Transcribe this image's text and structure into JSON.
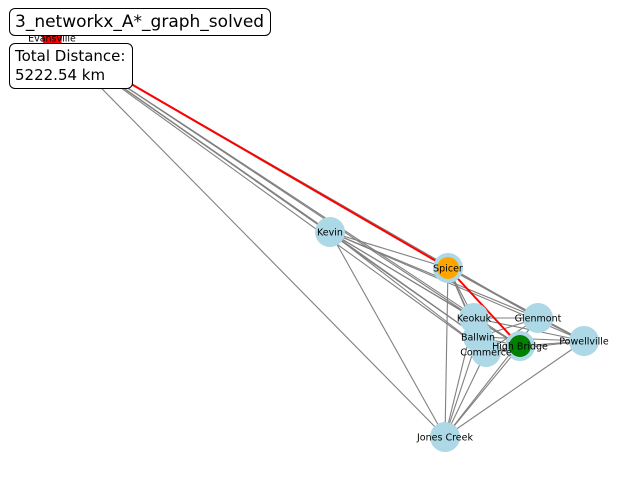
{
  "title": "3_networkx_A*_graph_solved",
  "distance": {
    "label": "Total Distance:",
    "value": "5222.54 km"
  },
  "colors": {
    "node_default": "#add8e6",
    "node_start": "#008000",
    "node_intermediate": "#ffa500",
    "node_end": "#ff0000",
    "edge_default": "#808080",
    "edge_path": "#ff0000"
  },
  "nodes": [
    {
      "id": "Kevin",
      "label": "Kevin",
      "role": "default"
    },
    {
      "id": "Spicer",
      "label": "Spicer",
      "role": "intermediate"
    },
    {
      "id": "Keokuk",
      "label": "Keokuk",
      "role": "default"
    },
    {
      "id": "Glenmont",
      "label": "Glenmont",
      "role": "default"
    },
    {
      "id": "Ballwin",
      "label": "Ballwin",
      "role": "default"
    },
    {
      "id": "High Bridge",
      "label": "High Bridge",
      "role": "start"
    },
    {
      "id": "Powellville",
      "label": "Powellville",
      "role": "default"
    },
    {
      "id": "Commerce",
      "label": "Commerce",
      "role": "default"
    },
    {
      "id": "Jones Creek",
      "label": "Jones Creek",
      "role": "default"
    },
    {
      "id": "Evansville",
      "label": "Evansville",
      "role": "end"
    }
  ],
  "edges": [
    [
      "Evansville",
      "Kevin"
    ],
    [
      "Evansville",
      "Spicer"
    ],
    [
      "Evansville",
      "Keokuk"
    ],
    [
      "Evansville",
      "Glenmont"
    ],
    [
      "Evansville",
      "Ballwin"
    ],
    [
      "Evansville",
      "Commerce"
    ],
    [
      "Evansville",
      "High Bridge"
    ],
    [
      "Evansville",
      "Jones Creek"
    ],
    [
      "Kevin",
      "Spicer"
    ],
    [
      "Kevin",
      "Keokuk"
    ],
    [
      "Kevin",
      "Glenmont"
    ],
    [
      "Kevin",
      "Ballwin"
    ],
    [
      "Kevin",
      "Commerce"
    ],
    [
      "Kevin",
      "High Bridge"
    ],
    [
      "Kevin",
      "Powellville"
    ],
    [
      "Kevin",
      "Jones Creek"
    ],
    [
      "Spicer",
      "Keokuk"
    ],
    [
      "Spicer",
      "Glenmont"
    ],
    [
      "Spicer",
      "Ballwin"
    ],
    [
      "Spicer",
      "Commerce"
    ],
    [
      "Spicer",
      "High Bridge"
    ],
    [
      "Spicer",
      "Powellville"
    ],
    [
      "Spicer",
      "Jones Creek"
    ],
    [
      "Keokuk",
      "Glenmont"
    ],
    [
      "Keokuk",
      "Ballwin"
    ],
    [
      "Keokuk",
      "High Bridge"
    ],
    [
      "Keokuk",
      "Powellville"
    ],
    [
      "Keokuk",
      "Jones Creek"
    ],
    [
      "Glenmont",
      "Ballwin"
    ],
    [
      "Glenmont",
      "Commerce"
    ],
    [
      "Glenmont",
      "Powellville"
    ],
    [
      "Glenmont",
      "Jones Creek"
    ],
    [
      "Ballwin",
      "Commerce"
    ],
    [
      "Ballwin",
      "High Bridge"
    ],
    [
      "Ballwin",
      "Powellville"
    ],
    [
      "Ballwin",
      "Jones Creek"
    ],
    [
      "High Bridge",
      "Powellville"
    ],
    [
      "High Bridge",
      "Commerce"
    ],
    [
      "High Bridge",
      "Jones Creek"
    ],
    [
      "Commerce",
      "Powellville"
    ],
    [
      "Commerce",
      "Jones Creek"
    ],
    [
      "Powellville",
      "Jones Creek"
    ]
  ],
  "path": [
    "High Bridge",
    "Spicer",
    "Evansville"
  ]
}
